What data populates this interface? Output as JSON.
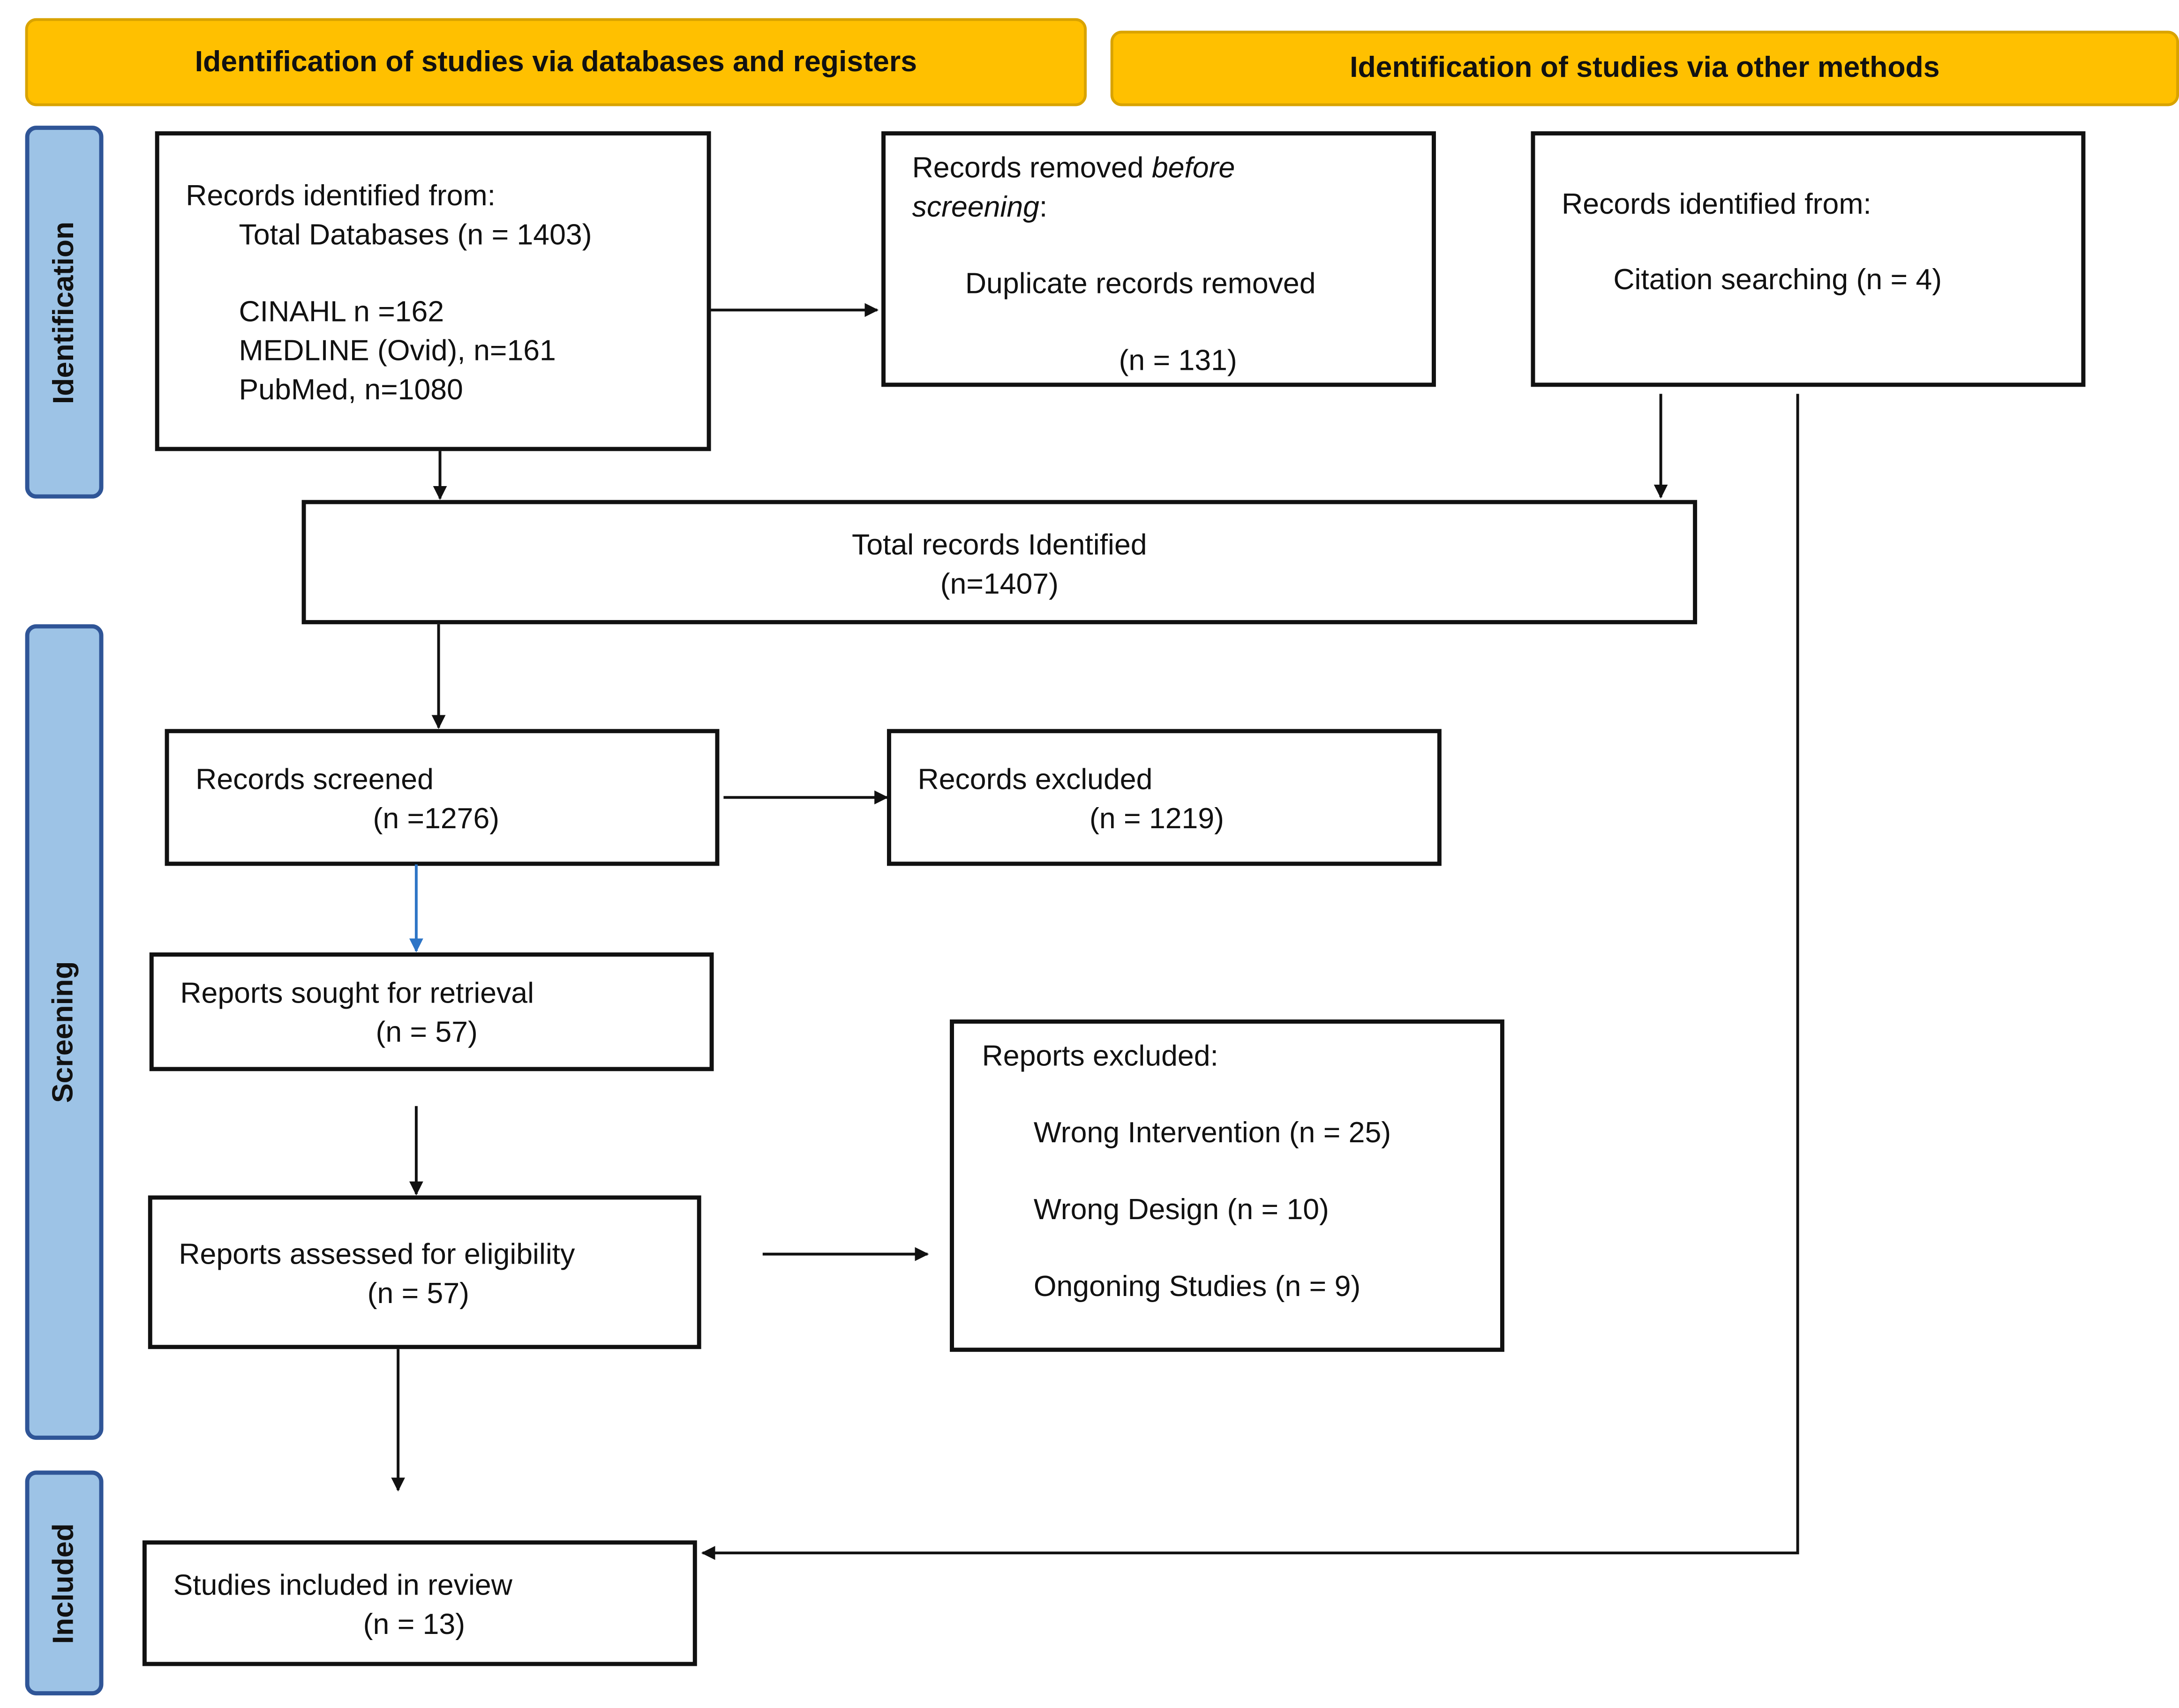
{
  "headers": {
    "databases": "Identification of studies via databases and registers",
    "other": "Identification of studies via other methods"
  },
  "phases": {
    "identification": "Identification",
    "screening": "Screening",
    "included": "Included"
  },
  "boxes": {
    "db_records": {
      "title": "Records identified from:",
      "total": "Total Databases (n = 1403)",
      "cinahl": "CINAHL n =162",
      "medline": "MEDLINE (Ovid), n=161",
      "pubmed": "PubMed, n=1080"
    },
    "removed": {
      "title_prefix": "Records removed ",
      "title_italic": "before",
      "title_line2_italic": "screening",
      "title_line2_suffix": ":",
      "label": "Duplicate records removed",
      "count": "(n = 131)"
    },
    "other_records": {
      "title": "Records identified from:",
      "citation": "Citation searching (n = 4)"
    },
    "total": {
      "label": "Total records Identified",
      "count": "(n=1407)"
    },
    "screened": {
      "label": "Records screened",
      "count": "(n =1276)"
    },
    "excluded": {
      "label": "Records excluded",
      "count": "(n = 1219)"
    },
    "sought": {
      "label": "Reports sought for retrieval",
      "count": "(n = 57)"
    },
    "reports_excluded": {
      "title": "Reports excluded:",
      "reasons": [
        "Wrong Intervention (n = 25)",
        "Wrong Design (n = 10)",
        "Ongoning Studies (n = 9)"
      ]
    },
    "assessed": {
      "label": "Reports assessed for eligibility",
      "count": "(n = 57)"
    },
    "included": {
      "label": "Studies included in review",
      "count": "(n = 13)"
    }
  },
  "colors": {
    "header": "#FFC000",
    "phase": "#9DC3E6",
    "blue_arrow": "#2E75C6"
  }
}
